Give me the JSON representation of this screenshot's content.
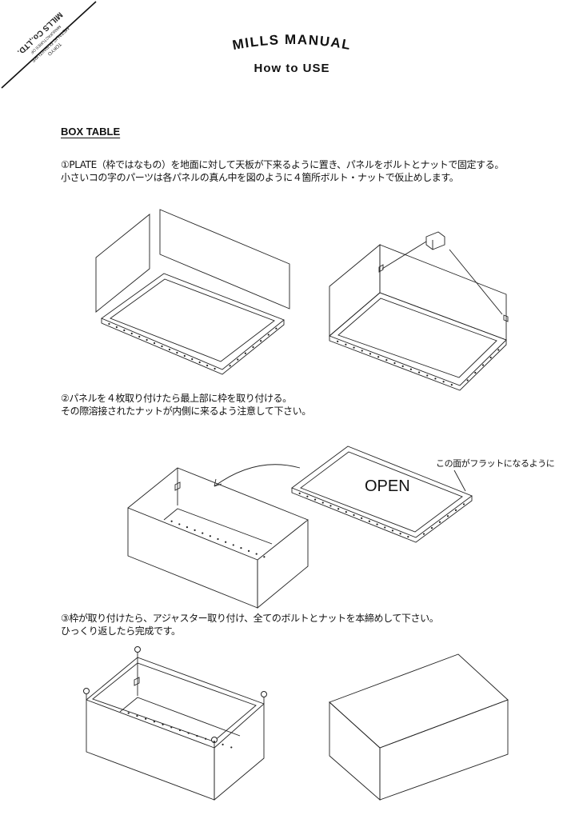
{
  "stamp": {
    "company": "MILLS Co.,LTD.",
    "line2": "MANUFACTURES OF",
    "line3": "METALIC FURNITURE",
    "line4": "TOKYO"
  },
  "header": {
    "title": "MILLS MANUAL",
    "subtitle": "How to USE"
  },
  "section": {
    "heading": "BOX TABLE"
  },
  "steps": [
    {
      "line1": "①PLATE（枠ではなもの）を地面に対して天板が下来るように置き、パネルをボルトとナットで固定する。",
      "line2": "小さいコの字のパーツは各パネルの真ん中を図のように４箇所ボルト・ナットで仮止めします。"
    },
    {
      "line1": "②パネルを４枚取り付けたら最上部に枠を取り付ける。",
      "line2": "その際溶接されたナットが内側に来るよう注意して下さい。"
    },
    {
      "line1": "③枠が取り付けたら、アジャスター取り付け、全てのボルトとナットを本締めして下さい。",
      "line2": "ひっくり返したら完成です。"
    }
  ],
  "figure_labels": {
    "open": "OPEN",
    "flat_note": "この面がフラットになるように"
  }
}
